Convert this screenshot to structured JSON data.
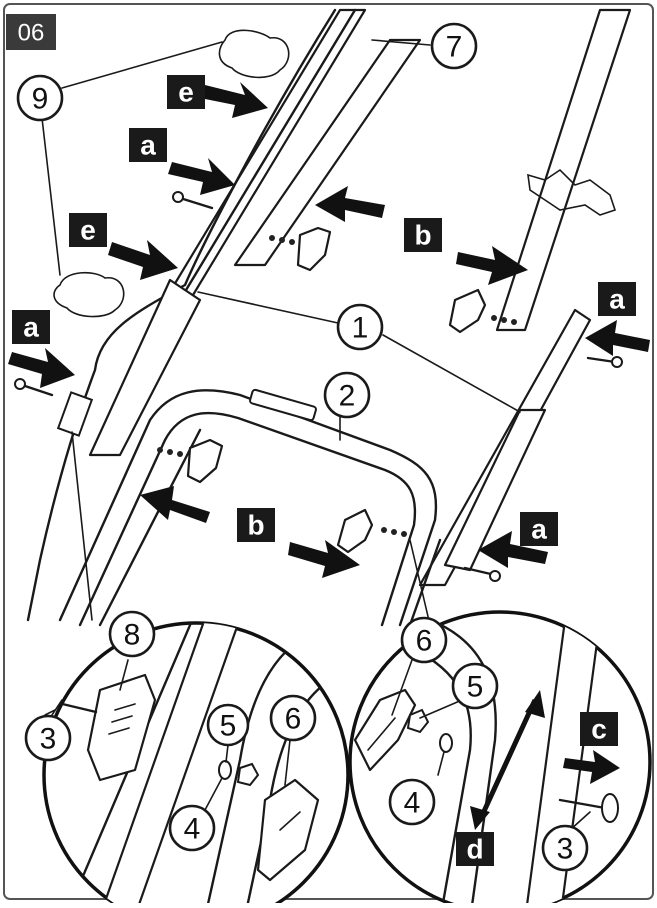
{
  "step_number": "06",
  "callouts": {
    "c1": "1",
    "c2": "2",
    "c3a": "3",
    "c3b": "3",
    "c4a": "4",
    "c4b": "4",
    "c5a": "5",
    "c5b": "5",
    "c6a": "6",
    "c6b": "6",
    "c7": "7",
    "c8": "8",
    "c9": "9"
  },
  "tags": {
    "e1": "e",
    "e2": "e",
    "a1": "a",
    "a2": "a",
    "a3": "a",
    "a4": "a",
    "b1": "b",
    "b2": "b",
    "c": "c",
    "d": "d"
  }
}
